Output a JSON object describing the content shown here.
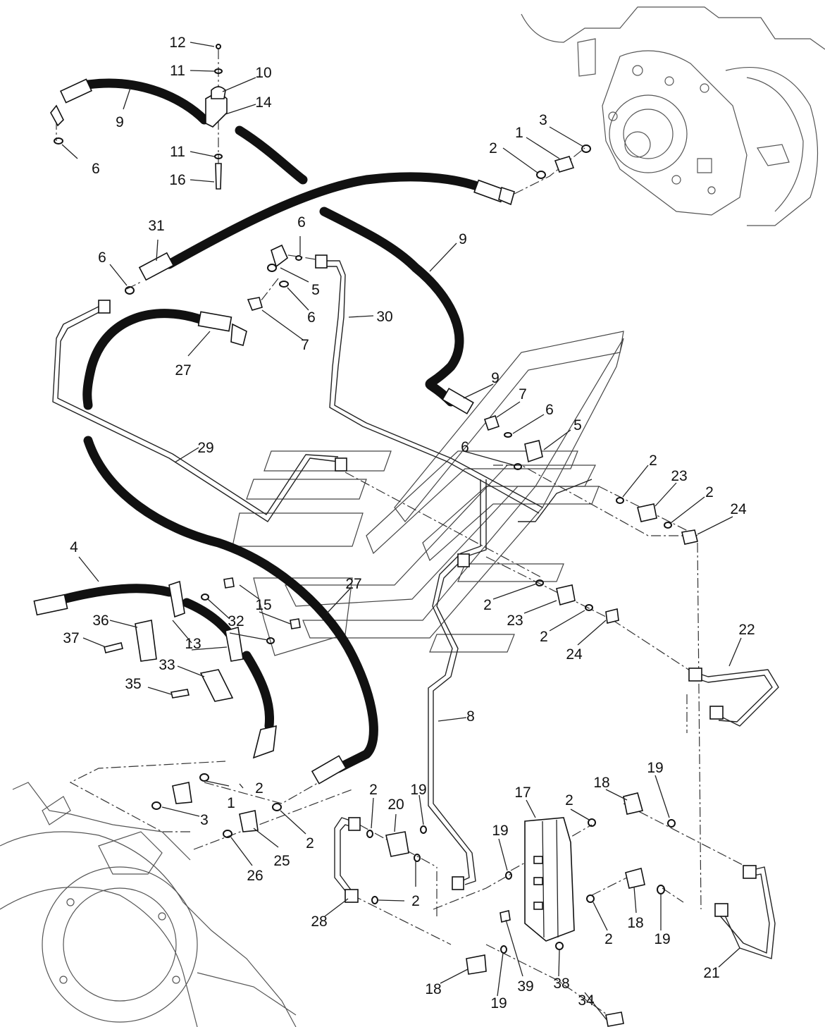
{
  "callouts": [
    {
      "id": "c01",
      "label": "12"
    },
    {
      "id": "c02",
      "label": "11"
    },
    {
      "id": "c03",
      "label": "10"
    },
    {
      "id": "c04",
      "label": "14"
    },
    {
      "id": "c05",
      "label": "9"
    },
    {
      "id": "c06",
      "label": "6"
    },
    {
      "id": "c07",
      "label": "11"
    },
    {
      "id": "c08",
      "label": "16"
    },
    {
      "id": "c09",
      "label": "3"
    },
    {
      "id": "c10",
      "label": "1"
    },
    {
      "id": "c11",
      "label": "2"
    },
    {
      "id": "c12",
      "label": "31"
    },
    {
      "id": "c13",
      "label": "6"
    },
    {
      "id": "c14",
      "label": "6"
    },
    {
      "id": "c15",
      "label": "9"
    },
    {
      "id": "c16",
      "label": "5"
    },
    {
      "id": "c17",
      "label": "6"
    },
    {
      "id": "c18",
      "label": "30"
    },
    {
      "id": "c19",
      "label": "7"
    },
    {
      "id": "c20",
      "label": "27"
    },
    {
      "id": "c21",
      "label": "9"
    },
    {
      "id": "c22",
      "label": "7"
    },
    {
      "id": "c23",
      "label": "6"
    },
    {
      "id": "c24",
      "label": "5"
    },
    {
      "id": "c25",
      "label": "6"
    },
    {
      "id": "c26",
      "label": "29"
    },
    {
      "id": "c27",
      "label": "2"
    },
    {
      "id": "c28",
      "label": "23"
    },
    {
      "id": "c29",
      "label": "2"
    },
    {
      "id": "c30",
      "label": "24"
    },
    {
      "id": "c31",
      "label": "4"
    },
    {
      "id": "c32",
      "label": "27"
    },
    {
      "id": "c33",
      "label": "15"
    },
    {
      "id": "c34",
      "label": "36"
    },
    {
      "id": "c35",
      "label": "32"
    },
    {
      "id": "c36",
      "label": "2"
    },
    {
      "id": "c37",
      "label": "37"
    },
    {
      "id": "c38",
      "label": "13"
    },
    {
      "id": "c39",
      "label": "23"
    },
    {
      "id": "c40",
      "label": "2"
    },
    {
      "id": "c41",
      "label": "24"
    },
    {
      "id": "c42",
      "label": "33"
    },
    {
      "id": "c43",
      "label": "22"
    },
    {
      "id": "c44",
      "label": "35"
    },
    {
      "id": "c45",
      "label": "8"
    },
    {
      "id": "c46",
      "label": "2"
    },
    {
      "id": "c47",
      "label": "1"
    },
    {
      "id": "c48",
      "label": "3"
    },
    {
      "id": "c49",
      "label": "2"
    },
    {
      "id": "c50",
      "label": "19"
    },
    {
      "id": "c51",
      "label": "17"
    },
    {
      "id": "c52",
      "label": "20"
    },
    {
      "id": "c53",
      "label": "18"
    },
    {
      "id": "c54",
      "label": "19"
    },
    {
      "id": "c55",
      "label": "2"
    },
    {
      "id": "c56",
      "label": "25"
    },
    {
      "id": "c57",
      "label": "2"
    },
    {
      "id": "c58",
      "label": "26"
    },
    {
      "id": "c59",
      "label": "19"
    },
    {
      "id": "c60",
      "label": "2"
    },
    {
      "id": "c61",
      "label": "28"
    },
    {
      "id": "c62",
      "label": "18"
    },
    {
      "id": "c63",
      "label": "19"
    },
    {
      "id": "c64",
      "label": "2"
    },
    {
      "id": "c65",
      "label": "21"
    },
    {
      "id": "c66",
      "label": "18"
    },
    {
      "id": "c67",
      "label": "19"
    },
    {
      "id": "c68",
      "label": "39"
    },
    {
      "id": "c69",
      "label": "38"
    },
    {
      "id": "c70",
      "label": "34"
    }
  ]
}
